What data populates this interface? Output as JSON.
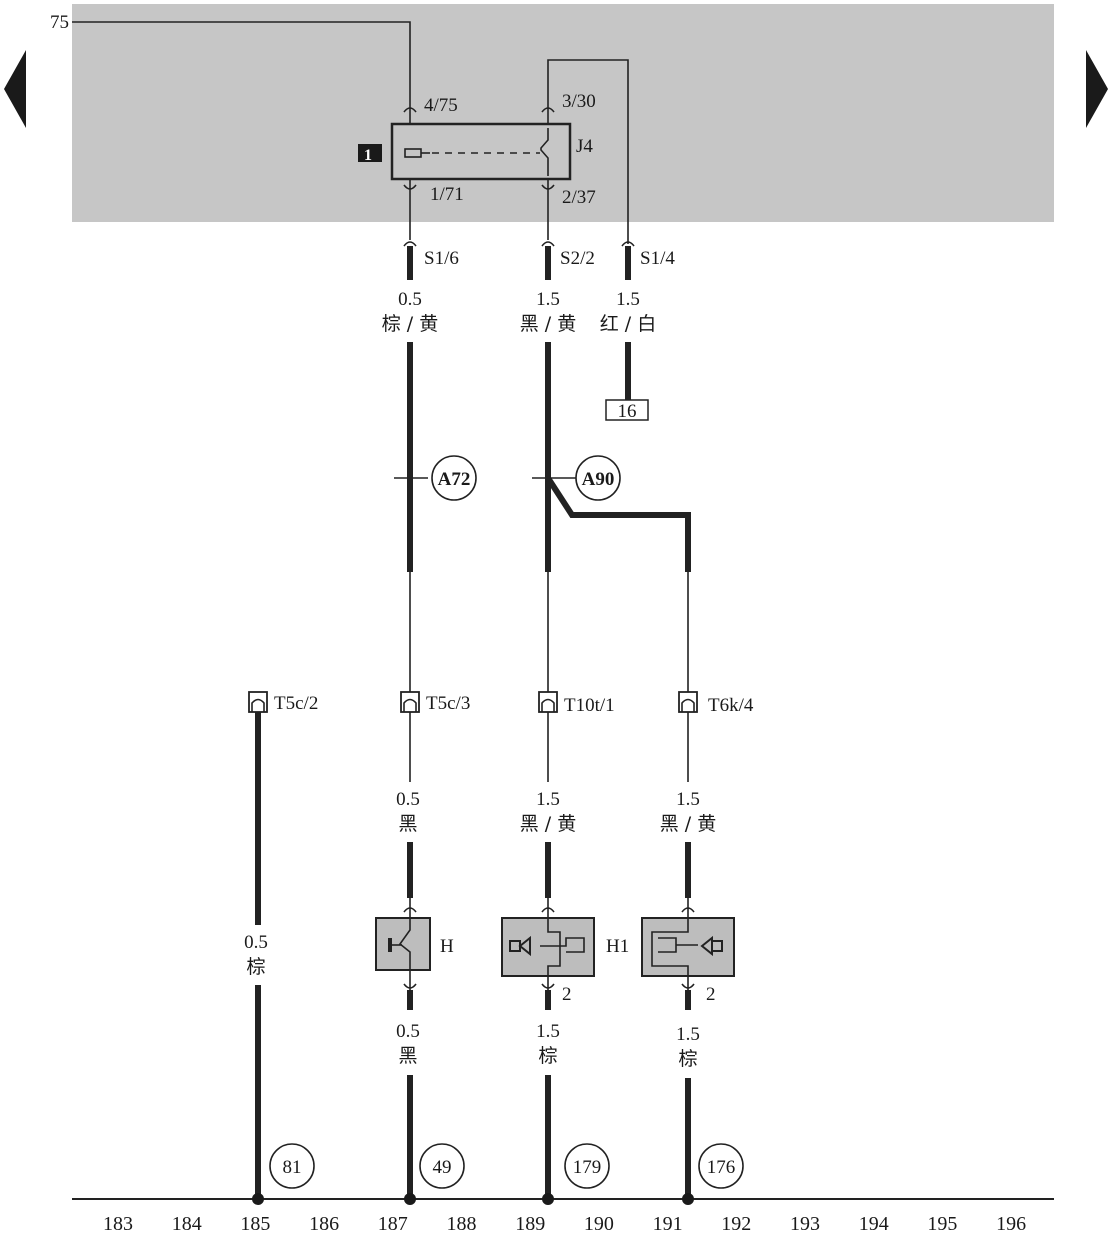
{
  "nav": {
    "prev_arrow": "left-arrow",
    "next_arrow": "right-arrow"
  },
  "colors": {
    "relay_panel": "#c6c6c6",
    "component_fill": "#bdbdbd",
    "ink": "#1a1a1a"
  },
  "relay": {
    "name": "J4",
    "badge": "1",
    "feed": "75",
    "pin_top_left": "4/75",
    "pin_top_right": "3/30",
    "pin_bottom_left": "1/71",
    "pin_bottom_right": "2/37"
  },
  "fuses": [
    "S1/6",
    "S2/2",
    "S1/4"
  ],
  "wires": {
    "w1": {
      "size": "0.5",
      "color": "棕 / 黄"
    },
    "w2": {
      "size": "1.5",
      "color": "黑 / 黄"
    },
    "w3": {
      "size": "1.5",
      "color": "红 / 白"
    },
    "w4": {
      "size": "0.5",
      "color": "黑"
    },
    "w5": {
      "size": "1.5",
      "color": "黑 / 黄"
    },
    "w6": {
      "size": "1.5",
      "color": "黑 / 黄"
    },
    "w7": {
      "size": "0.5",
      "color": "棕"
    },
    "w8": {
      "size": "0.5",
      "color": "黑"
    },
    "w9": {
      "size": "1.5",
      "color": "棕"
    },
    "w10": {
      "size": "1.5",
      "color": "棕"
    }
  },
  "ref_box": "16",
  "splices": [
    "A72",
    "A90"
  ],
  "connectors": [
    "T5c/2",
    "T5c/3",
    "T10t/1",
    "T6k/4"
  ],
  "components": {
    "horn_button": "H",
    "horn": "H1",
    "horn_pin_left": "2",
    "horn_pin_right": "2"
  },
  "grounds": [
    "81",
    "49",
    "179",
    "176"
  ],
  "ruler": [
    "183",
    "184",
    "185",
    "186",
    "187",
    "188",
    "189",
    "190",
    "191",
    "192",
    "193",
    "194",
    "195",
    "196"
  ]
}
